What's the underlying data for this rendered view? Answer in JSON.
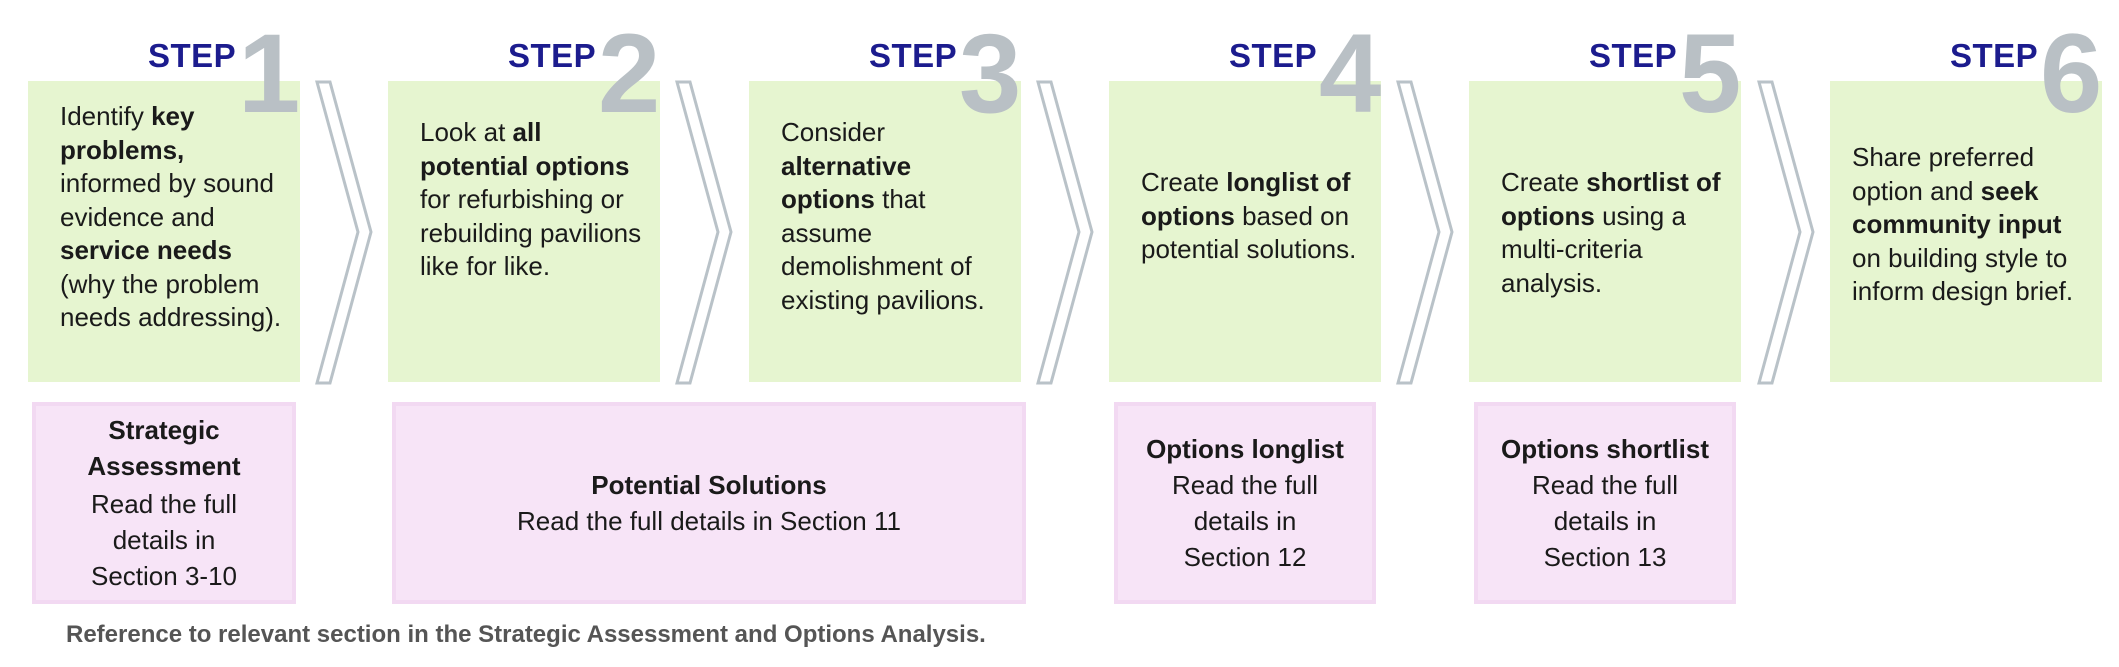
{
  "steps": [
    {
      "label": "STEP",
      "number": "1",
      "parts": [
        {
          "t": "Identify "
        },
        {
          "t": "key problems,",
          "b": true
        },
        {
          "t": " informed by sound evidence and "
        },
        {
          "t": "service needs",
          "b": true
        },
        {
          "t": " (why the problem needs addressing)."
        }
      ]
    },
    {
      "label": "STEP",
      "number": "2",
      "parts": [
        {
          "t": "Look at "
        },
        {
          "t": "all potential options",
          "b": true
        },
        {
          "t": " for refurbishing or rebuilding pavilions like for like."
        }
      ]
    },
    {
      "label": "STEP",
      "number": "3",
      "parts": [
        {
          "t": "Consider "
        },
        {
          "t": "alternative options",
          "b": true
        },
        {
          "t": " that assume demolishment of existing pavilions."
        }
      ]
    },
    {
      "label": "STEP",
      "number": "4",
      "parts": [
        {
          "t": "Create "
        },
        {
          "t": "longlist of options",
          "b": true
        },
        {
          "t": " based on potential solutions."
        }
      ]
    },
    {
      "label": "STEP",
      "number": "5",
      "parts": [
        {
          "t": "Create "
        },
        {
          "t": "shortlist of options",
          "b": true
        },
        {
          "t": " using a multi-criteria analysis."
        }
      ]
    },
    {
      "label": "STEP",
      "number": "6",
      "parts": [
        {
          "t": "Share preferred option and "
        },
        {
          "t": "seek community input",
          "b": true
        },
        {
          "t": " on building style to inform design brief."
        }
      ]
    }
  ],
  "references": [
    {
      "title": "Strategic Assessment",
      "body": "Read the full details in Section 3-10"
    },
    {
      "title": "Potential Solutions",
      "body": "Read the full details in Section 11"
    },
    {
      "title": "Options longlist",
      "body": "Read the full details in Section 12"
    },
    {
      "title": "Options shortlist",
      "body": "Read the full details in Section 13"
    }
  ],
  "footnote": "Reference to relevant section in the Strategic Assessment and Options Analysis."
}
